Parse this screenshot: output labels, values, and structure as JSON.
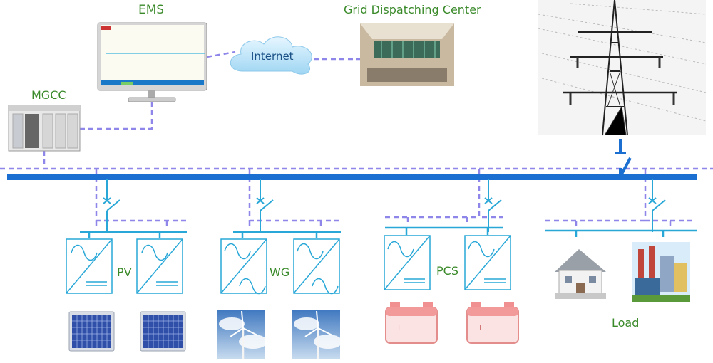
{
  "labels": {
    "ems": "EMS",
    "mgcc": "MGCC",
    "internet": "Internet",
    "grid_dispatching_center": "Grid Dispatching Center",
    "pv": "PV",
    "wg": "WG",
    "pcs": "PCS",
    "load": "Load"
  },
  "colors": {
    "main_bus": "#1a6fd0",
    "branch_line": "#29a8d8",
    "comm_dashed": "#8f86ea",
    "label_text": "#3a8a2a"
  }
}
